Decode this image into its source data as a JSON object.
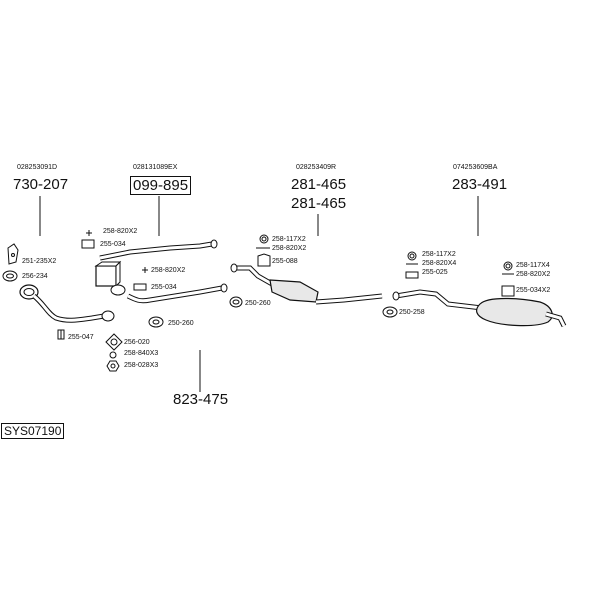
{
  "system_code": "SYS07190",
  "groups": [
    {
      "oem": "028253091D",
      "number": "730-207"
    },
    {
      "oem": "028131089EX",
      "number": "099-895"
    },
    {
      "oem": "028253409R",
      "number": "281-465",
      "number_2": "281-465"
    },
    {
      "oem": "074253609BA",
      "number": "283-491"
    },
    {
      "number": "823-475"
    }
  ],
  "fittings": [
    "251-235X2",
    "256-234",
    "255-047",
    "258-820X2",
    "255-034",
    "258-820X2",
    "255-034",
    "256-020",
    "258-840X3",
    "258-028X3",
    "250-260",
    "250-260",
    "258-117X2",
    "258-820X2",
    "255-088",
    "258-117X2",
    "258-820X4",
    "255-025",
    "250-258",
    "258-117X4",
    "258-820X2",
    "255-034X2"
  ],
  "colors": {
    "line": "#111111",
    "pipe_fill": "#ffffff",
    "muffler_fill": "#e8e8e8"
  }
}
